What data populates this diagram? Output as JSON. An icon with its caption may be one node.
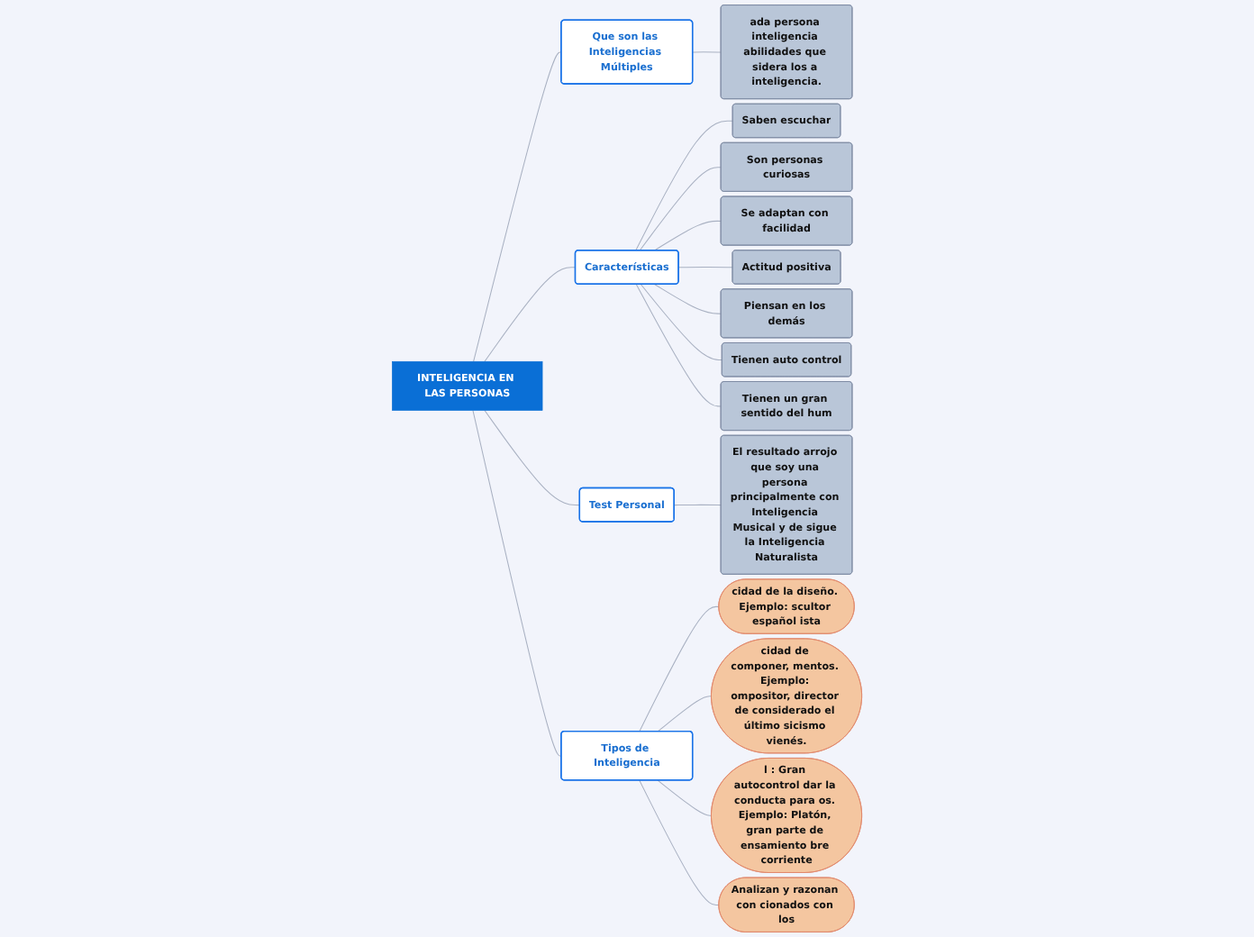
{
  "diagram": {
    "nodes": [
      {
        "text": [
          "INTELIGENCIA EN LAS PERSONAS"
        ]
      },
      {
        "text": [
          "Que son las Inteligencias Múltiples"
        ]
      },
      {
        "text": [
          "ada persona inteligencia abilidades que sidera los a inteligencia."
        ]
      },
      {
        "text": [
          "Características"
        ]
      },
      {
        "text": [
          "Saben escuchar"
        ]
      },
      {
        "text": [
          "Son personas curiosas"
        ]
      },
      {
        "text": [
          "Se adaptan con facilidad"
        ]
      },
      {
        "text": [
          "Actitud positiva"
        ]
      },
      {
        "text": [
          "Piensan en los demás"
        ]
      },
      {
        "text": [
          "Tienen auto control"
        ]
      },
      {
        "text": [
          "Tienen un gran sentido del hum"
        ]
      },
      {
        "text": [
          "Test Personal"
        ]
      },
      {
        "text": [
          "El resultado arrojo que soy una persona principalmente con Inteligencia Musical y de sigue la Inteligencia Naturalista"
        ]
      },
      {
        "text": [
          "Tipos de Inteligencia"
        ]
      },
      {
        "text": [
          "cidad de la diseño. Ejemplo: scultor español ista"
        ]
      },
      {
        "text": [
          "cidad de componer, mentos. Ejemplo: ompositor, director de considerado el último sicismo vienés."
        ]
      },
      {
        "text": [
          "l : Gran autocontrol dar la conducta para os. Ejemplo: Platón, gran parte de ensamiento bre corriente"
        ]
      },
      {
        "text": [
          "Analizan y razonan con cionados con los"
        ]
      }
    ],
    "edges": [
      {
        "from": 0,
        "to": 1,
        "arrow": "none"
      },
      {
        "from": 1,
        "to": 2,
        "arrow": "none"
      },
      {
        "from": 0,
        "to": 3,
        "arrow": "none"
      },
      {
        "from": 3,
        "to": 4,
        "arrow": "none"
      },
      {
        "from": 3,
        "to": 5,
        "arrow": "none"
      },
      {
        "from": 3,
        "to": 6,
        "arrow": "none"
      },
      {
        "from": 3,
        "to": 7,
        "arrow": "none"
      },
      {
        "from": 3,
        "to": 8,
        "arrow": "none"
      },
      {
        "from": 3,
        "to": 9,
        "arrow": "none"
      },
      {
        "from": 3,
        "to": 10,
        "arrow": "none"
      },
      {
        "from": 0,
        "to": 11,
        "arrow": "none"
      },
      {
        "from": 11,
        "to": 12,
        "arrow": "none"
      },
      {
        "from": 0,
        "to": 13,
        "arrow": "none"
      },
      {
        "from": 13,
        "to": 14,
        "arrow": "none"
      },
      {
        "from": 13,
        "to": 15,
        "arrow": "none"
      },
      {
        "from": 13,
        "to": 16,
        "arrow": "none"
      },
      {
        "from": 13,
        "to": 17,
        "arrow": "none"
      }
    ]
  }
}
